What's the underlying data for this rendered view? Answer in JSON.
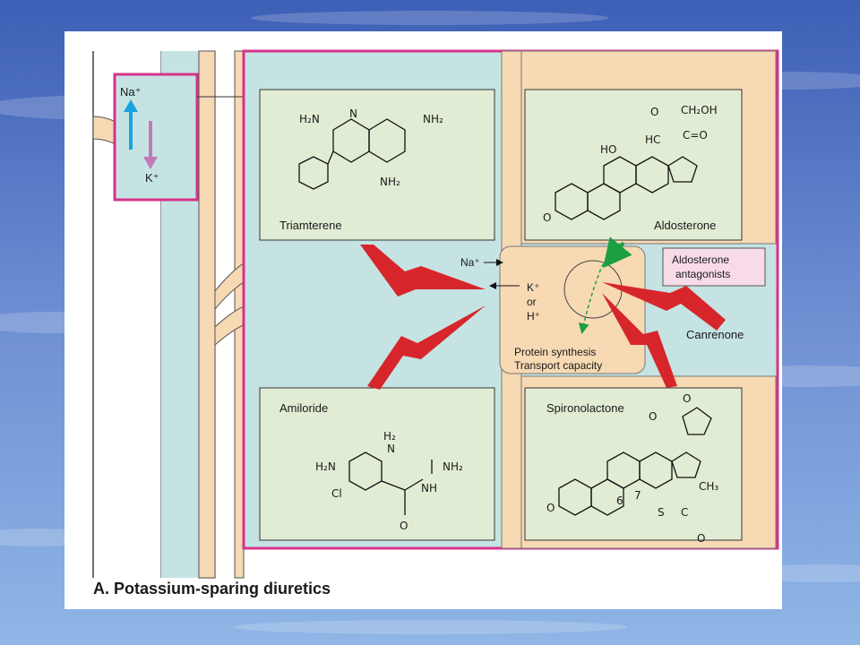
{
  "colors": {
    "background_top": "#3d5fb6",
    "background_bottom": "#8fb6e6",
    "tubule_fill": "#c6e3e3",
    "cell_fill": "#f7d9b4",
    "box_fill": "#e1ecd4",
    "frame_magenta": "#d6338b",
    "arrow_red": "#d7262b",
    "arrow_green": "#1aa040",
    "na_arrow_blue": "#18a3e0",
    "k_arrow_pink": "#c07ab8",
    "antagonist_label_fill": "#f7dbe8"
  },
  "caption": "A. Potassium-sparing diuretics",
  "inset": {
    "na": "Na⁺",
    "k": "K⁺"
  },
  "drugs": {
    "triamterene": "Triamterene",
    "aldosterone": "Aldosterone",
    "amiloride": "Amiloride",
    "spironolactone": "Spironolactone",
    "canrenone": "Canrenone"
  },
  "antagonists_label": [
    "Aldosterone",
    "antagonists"
  ],
  "cell": {
    "na": "Na⁺",
    "k": "K⁺",
    "or": "or",
    "h": "H⁺",
    "line1": "Protein synthesis",
    "line2": "Transport capacity"
  },
  "structures": {
    "triamterene": {
      "nh2_top_left": "H₂N",
      "nh2_top_right": "NH₂",
      "nh2_bottom": "NH₂",
      "n": "N"
    },
    "aldosterone": {
      "ho": "HO",
      "o_ald": "O",
      "hc": "HC",
      "ch2oh": "CH₂OH",
      "co": "C=O",
      "o": "O"
    },
    "amiloride": {
      "h2": "H₂",
      "n": "N",
      "h2n": "H₂N",
      "nh": "NH",
      "nh2": "NH₂",
      "cl": "Cl",
      "o": "O"
    },
    "spironolactone": {
      "o_top": "O",
      "o": "O",
      "n6": "6",
      "n7": "7",
      "s": "S",
      "c": "C",
      "ch3": "CH₃",
      "o_bottom": "O"
    }
  }
}
